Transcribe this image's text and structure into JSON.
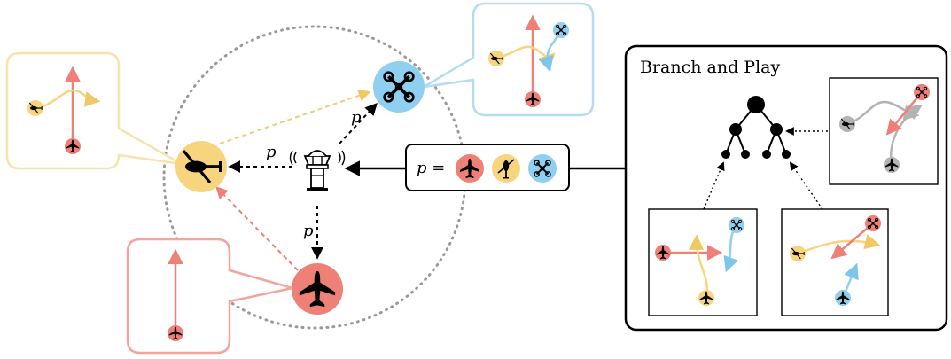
{
  "labels": {
    "panel_title": "Branch and Play",
    "p_left": "p",
    "p_upper": "p",
    "p_lower": "p",
    "policy_lhs": "p ="
  },
  "colors": {
    "red": "#ee8077",
    "red_light": "#f2a59e",
    "yellow": "#f7d57f",
    "yellow_light": "#f7e3ab",
    "blue": "#8fd0f0",
    "blue_light": "#b3dcf3",
    "gray": "#b3b3b3",
    "ring": "#9a9a9a"
  },
  "agents": [
    {
      "name": "airplane",
      "icon": "airplane-icon",
      "color": "red"
    },
    {
      "name": "helicopter",
      "icon": "helicopter-icon",
      "color": "yellow"
    },
    {
      "name": "quadrotor",
      "icon": "quadrotor-icon",
      "color": "blue"
    }
  ]
}
